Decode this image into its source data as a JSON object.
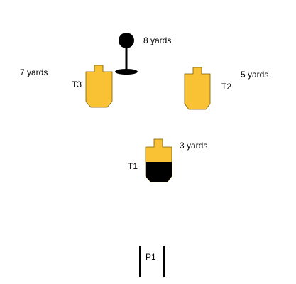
{
  "stage": {
    "colors": {
      "target_fill": "#F9C234",
      "target_stroke": "#7a5a00",
      "steel": "#000000",
      "no_shoot": "#000000"
    },
    "targets": [
      {
        "id": "T3",
        "label": "T3",
        "distance_label": "7 yards",
        "no_shoot_lower_half": false
      },
      {
        "id": "T2",
        "label": "T2",
        "distance_label": "5 yards",
        "no_shoot_lower_half": false
      },
      {
        "id": "T1",
        "label": "T1",
        "distance_label": "3 yards",
        "no_shoot_lower_half": true
      }
    ],
    "steel_target": {
      "distance_label": "8 yards",
      "icon": "steel-popper-icon"
    },
    "shooting_position": {
      "label": "P1"
    }
  }
}
